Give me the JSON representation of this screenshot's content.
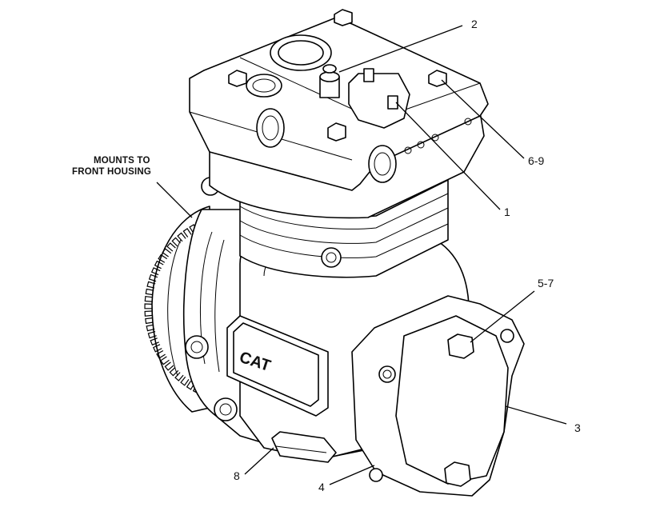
{
  "annotation": {
    "mounts_line1": "MOUNTS TO",
    "mounts_line2": "FRONT HOUSING"
  },
  "logo_text": "CAT",
  "callouts": {
    "c1": "1",
    "c2": "2",
    "c3": "3",
    "c4": "4",
    "c57": "5-7",
    "c69": "6-9",
    "c8": "8"
  }
}
